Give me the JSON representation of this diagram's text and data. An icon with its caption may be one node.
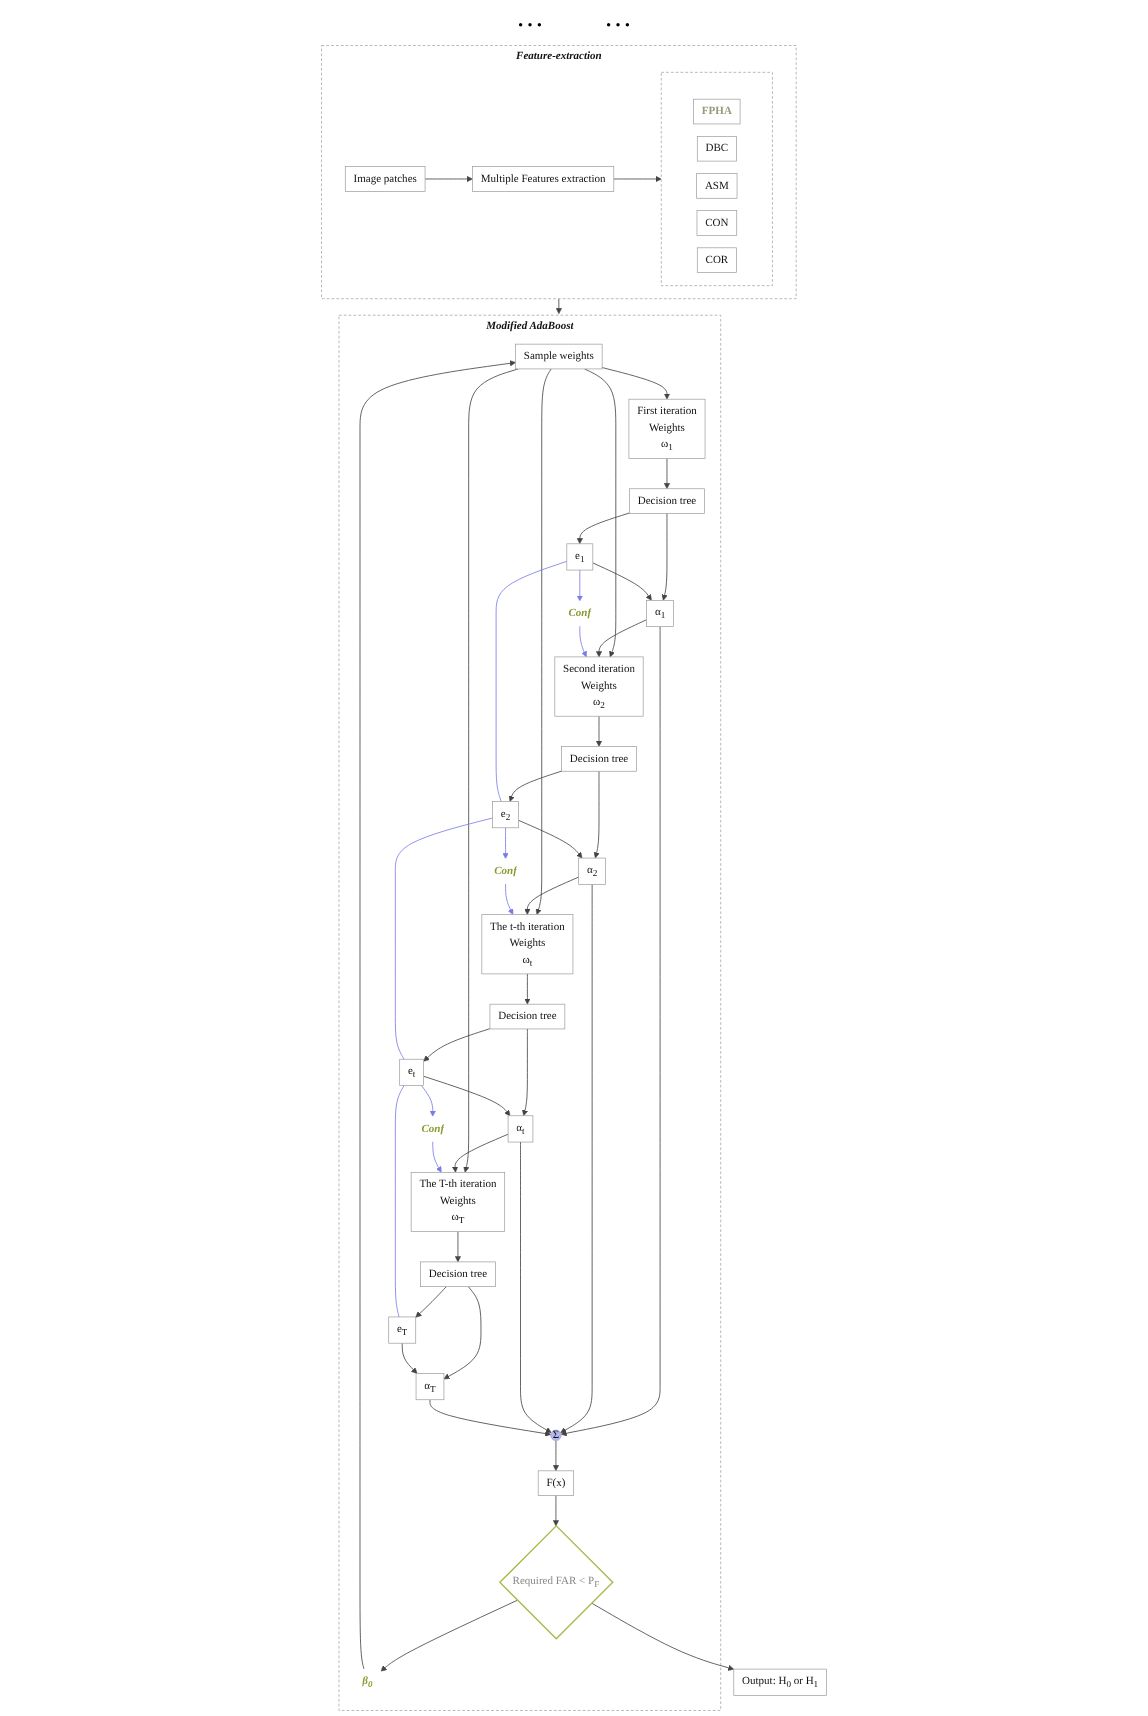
{
  "diagram": {
    "nodes": [
      {
        "text": [
          "Feature-extraction"
        ]
      },
      {
        "text": [
          "Image patches"
        ],
        "in": 0
      },
      {
        "text": [
          "Multiple Features extraction"
        ],
        "in": 0
      },
      {
        "text": [],
        "shape": "box",
        "in": 0
      },
      {
        "text": [
          "FPHA"
        ],
        "in": 3
      },
      {
        "text": [
          "DBC"
        ],
        "in": 3
      },
      {
        "text": [
          "ASM"
        ],
        "in": 3
      },
      {
        "text": [
          "CON"
        ],
        "in": 3
      },
      {
        "text": [
          "COR"
        ],
        "in": 3
      },
      {
        "text": [
          "Modified AdaBoost"
        ]
      },
      {
        "text": [
          "Sample weights"
        ],
        "in": 9
      },
      {
        "text": [
          "First iteration",
          "Weights",
          "ω$_{1}$"
        ],
        "in": 9
      },
      {
        "text": [
          "Decision tree"
        ],
        "in": 9
      },
      {
        "text": [
          "e$_{1}$"
        ],
        "in": 9
      },
      {
        "text": [
          "α$_{1}$"
        ],
        "in": 9
      },
      {
        "text": [
          "Second iteration",
          "Weights",
          "ω$_{2}$"
        ],
        "in": 9
      },
      {
        "text": [
          "Decision tree"
        ],
        "in": 9
      },
      {
        "text": [
          "e$_{2}$"
        ],
        "in": 9
      },
      {
        "text": [
          "α$_{2}$"
        ],
        "in": 9
      },
      {
        "text": [
          "The t-th iteration",
          "Weights",
          "ω$_{t}$"
        ],
        "in": 9
      },
      {
        "text": [
          "Decision tree"
        ],
        "in": 9
      },
      {
        "text": [
          "e$_{t}$"
        ],
        "in": 9
      },
      {
        "text": [
          "α$_{t}$"
        ],
        "in": 9
      },
      {
        "text": [
          "The T-th iteration",
          "Weights",
          "ω$_{T}$"
        ],
        "in": 9
      },
      {
        "text": [
          "Decision tree"
        ],
        "in": 9
      },
      {
        "text": [
          "e$_{T}$"
        ],
        "in": 9
      },
      {
        "text": [
          "α$_{T}$"
        ],
        "in": 9
      },
      {
        "text": [
          "Conf"
        ],
        "in": 9
      },
      {
        "text": [
          "Conf"
        ],
        "in": 9
      },
      {
        "text": [
          "Conf"
        ],
        "in": 9
      },
      {
        "text": [
          "Σ"
        ],
        "in": 9
      },
      {
        "text": [
          "F(x)"
        ],
        "in": 9
      },
      {
        "text": [
          "Required FAR < P$_{F}$"
        ],
        "in": 9
      },
      {
        "text": [
          "β$_{0}$"
        ],
        "in": 9
      },
      {
        "text": [
          "Output: H$_{0}$ or H$_{1}$"
        ]
      }
    ],
    "edges": [
      {
        "from": 1,
        "to": 2,
        "arrow": "to"
      },
      {
        "from": 2,
        "to": 3,
        "arrow": "to"
      },
      {
        "from": 0,
        "to": 9,
        "arrow": "to"
      },
      {
        "from": 10,
        "to": 11,
        "arrow": "to"
      },
      {
        "from": 10,
        "to": 15,
        "arrow": "to"
      },
      {
        "from": 10,
        "to": 19,
        "arrow": "to"
      },
      {
        "from": 10,
        "to": 23,
        "arrow": "to"
      },
      {
        "from": 11,
        "to": 12,
        "arrow": "to"
      },
      {
        "from": 12,
        "to": 13,
        "arrow": "to"
      },
      {
        "from": 12,
        "to": 14,
        "arrow": "to"
      },
      {
        "from": 13,
        "to": 14,
        "arrow": "to"
      },
      {
        "from": 15,
        "to": 16,
        "arrow": "to"
      },
      {
        "from": 16,
        "to": 17,
        "arrow": "to"
      },
      {
        "from": 16,
        "to": 18,
        "arrow": "to"
      },
      {
        "from": 17,
        "to": 18,
        "arrow": "to"
      },
      {
        "from": 19,
        "to": 20,
        "arrow": "to"
      },
      {
        "from": 20,
        "to": 21,
        "arrow": "to"
      },
      {
        "from": 20,
        "to": 22,
        "arrow": "to"
      },
      {
        "from": 21,
        "to": 22,
        "arrow": "to"
      },
      {
        "from": 23,
        "to": 24,
        "arrow": "to"
      },
      {
        "from": 24,
        "to": 25,
        "arrow": "to"
      },
      {
        "from": 24,
        "to": 26,
        "arrow": "to"
      },
      {
        "from": 25,
        "to": 26,
        "arrow": "to"
      },
      {
        "from": 14,
        "to": 15,
        "arrow": "to"
      },
      {
        "from": 18,
        "to": 19,
        "arrow": "to"
      },
      {
        "from": 22,
        "to": 23,
        "arrow": "to"
      },
      {
        "from": 13,
        "to": 17,
        "arrow": "none",
        "color": "#7b7bea"
      },
      {
        "from": 17,
        "to": 21,
        "arrow": "none",
        "color": "#7b7bea"
      },
      {
        "from": 21,
        "to": 25,
        "arrow": "none",
        "color": "#7b7bea"
      },
      {
        "from": 13,
        "to": 27,
        "arrow": "to",
        "color": "#7b7bea"
      },
      {
        "from": 17,
        "to": 28,
        "arrow": "to",
        "color": "#7b7bea"
      },
      {
        "from": 21,
        "to": 29,
        "arrow": "to",
        "color": "#7b7bea"
      },
      {
        "from": 27,
        "to": 15,
        "arrow": "to",
        "color": "#7b7bea"
      },
      {
        "from": 28,
        "to": 19,
        "arrow": "to",
        "color": "#7b7bea"
      },
      {
        "from": 29,
        "to": 23,
        "arrow": "to",
        "color": "#7b7bea"
      },
      {
        "from": 14,
        "to": 30,
        "arrow": "to"
      },
      {
        "from": 18,
        "to": 30,
        "arrow": "to"
      },
      {
        "from": 22,
        "to": 30,
        "arrow": "to"
      },
      {
        "from": 26,
        "to": 30,
        "arrow": "to"
      },
      {
        "from": 30,
        "to": 31,
        "arrow": "to"
      },
      {
        "from": 31,
        "to": 32,
        "arrow": "to"
      },
      {
        "from": 32,
        "to": 33,
        "arrow": "to"
      },
      {
        "from": 33,
        "to": 10,
        "arrow": "to"
      },
      {
        "from": 32,
        "to": 34,
        "arrow": "to"
      }
    ],
    "labels": [
      "…",
      "…"
    ]
  }
}
